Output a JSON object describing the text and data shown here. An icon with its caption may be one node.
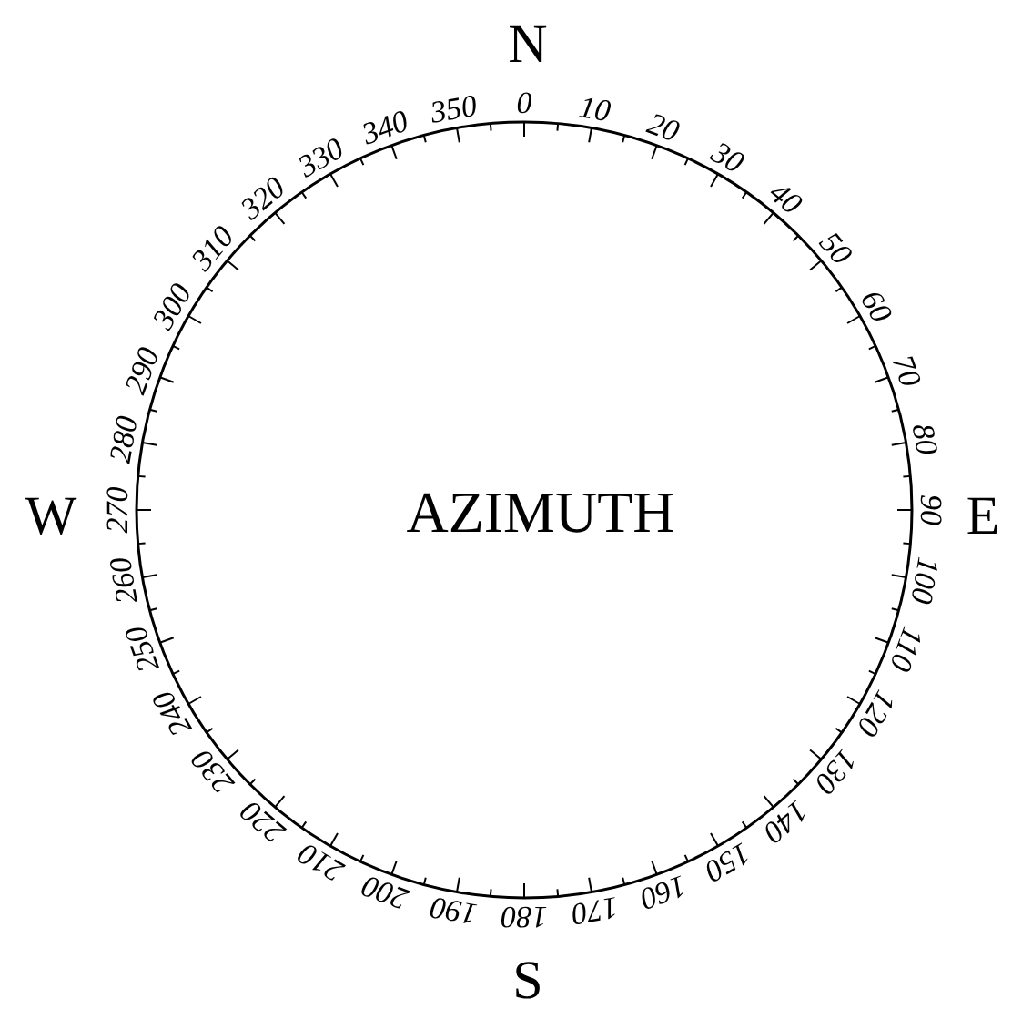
{
  "diagram": {
    "labels": [
      "N",
      "0",
      "10",
      "20",
      "30",
      "40",
      "50",
      "60",
      "70",
      "80",
      "90",
      "100",
      "110",
      "120",
      "130",
      "140",
      "150",
      "160",
      "170",
      "180",
      "190",
      "200",
      "210",
      "220",
      "230",
      "240",
      "250",
      "260",
      "270",
      "280",
      "290",
      "300",
      "310",
      "320",
      "330",
      "340",
      "350",
      "E",
      "S",
      "W",
      "AZIMUTH"
    ]
  }
}
